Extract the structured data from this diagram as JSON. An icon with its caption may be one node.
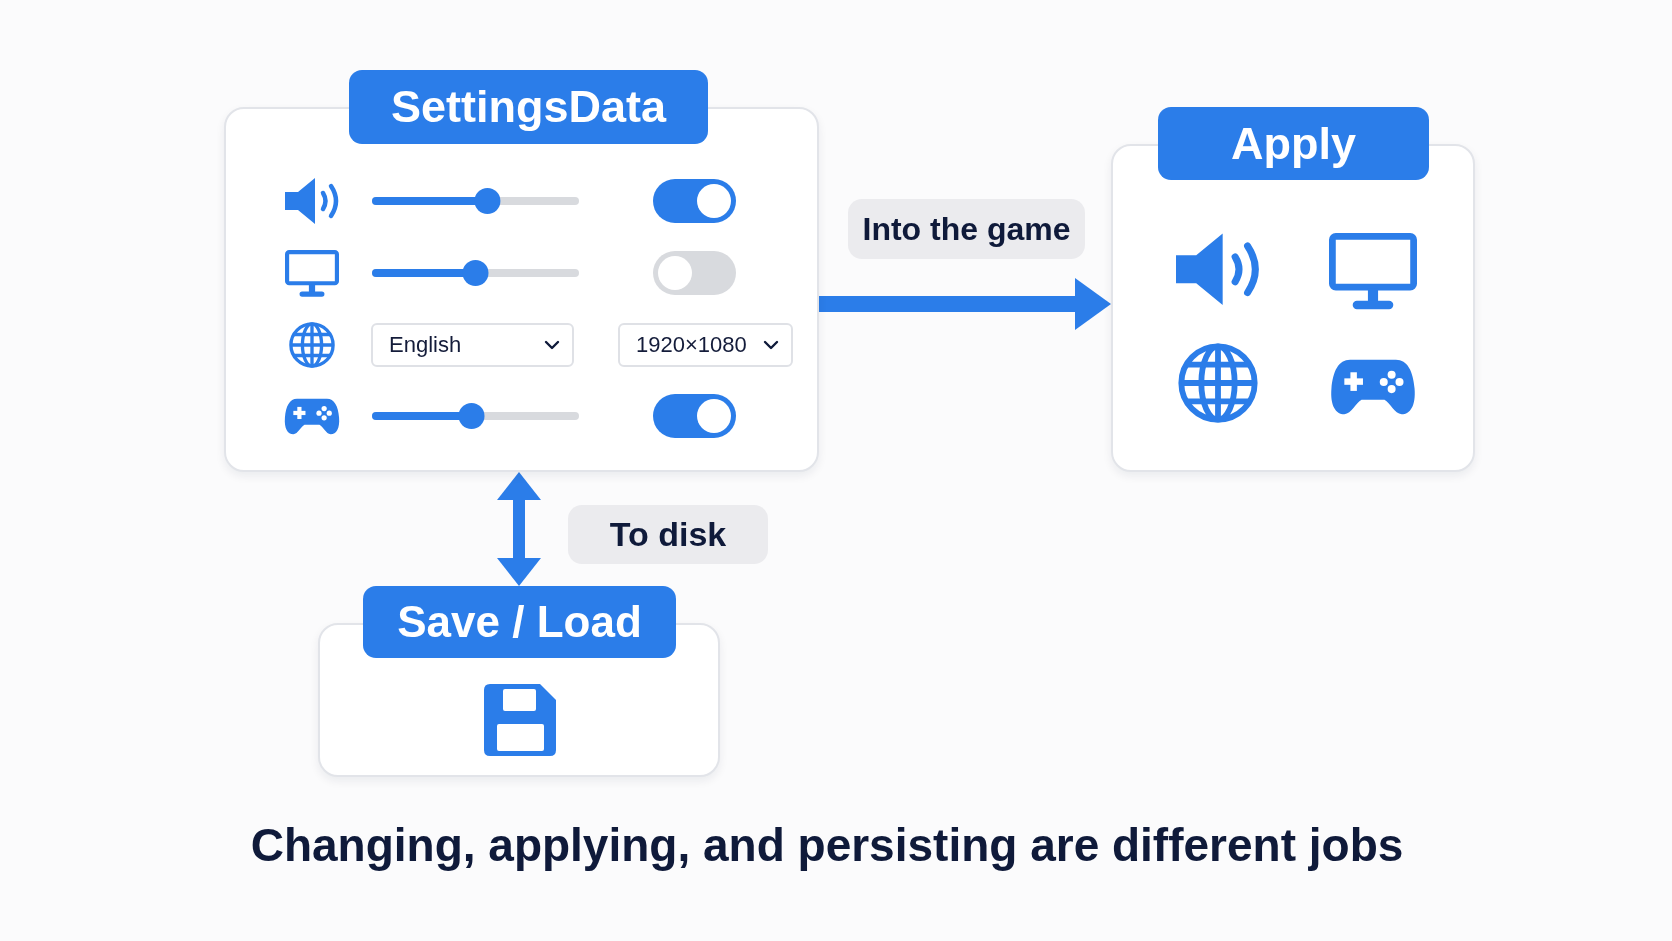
{
  "diagram": {
    "caption": "Changing, applying, and persisting are different jobs",
    "nodes": [
      {
        "text": [
          "SettingsData"
        ]
      },
      {
        "text": [
          "English"
        ],
        "in": 0
      },
      {
        "text": [
          "1920×1080"
        ],
        "in": 0
      },
      {
        "text": [
          "Apply"
        ]
      },
      {
        "text": [
          "Save / Load"
        ]
      }
    ],
    "edges": [
      {
        "from": 0,
        "to": 3,
        "arrow": "to",
        "label": "Into the game"
      },
      {
        "from": 0,
        "to": 4,
        "arrow": "both",
        "label": "To disk"
      }
    ]
  }
}
